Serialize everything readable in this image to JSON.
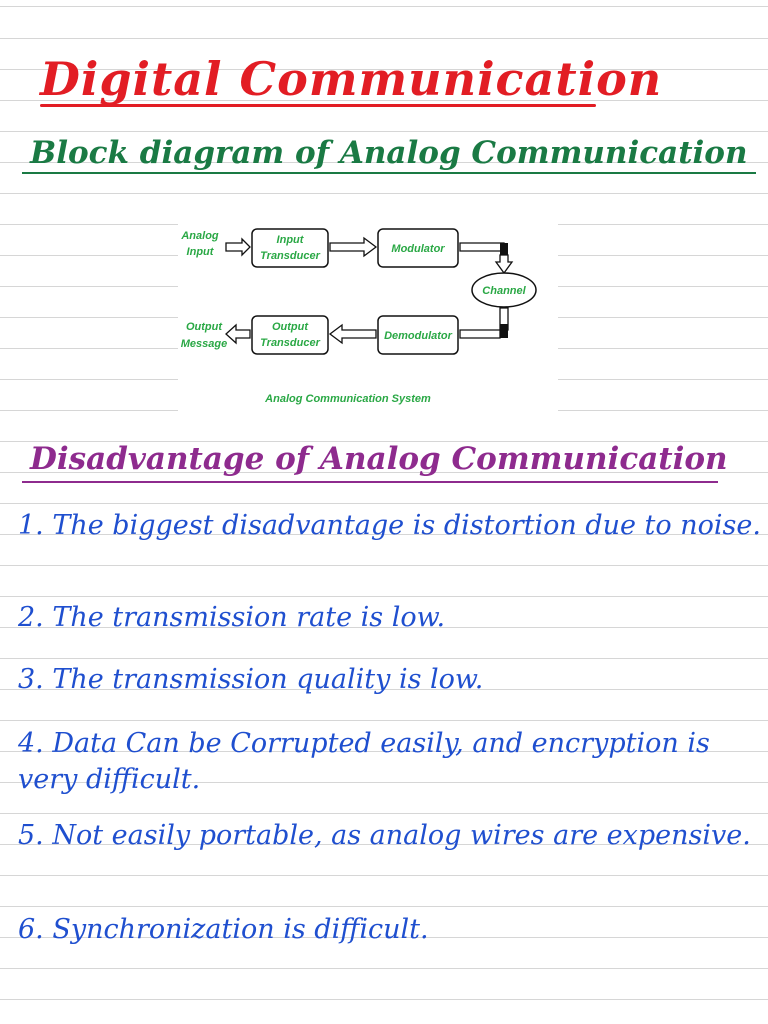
{
  "title": "Digital Communication",
  "section1_heading": "Block diagram of Analog Communication",
  "diagram": {
    "analog_input_line1": "Analog",
    "analog_input_line2": "Input",
    "input_transducer_line1": "Input",
    "input_transducer_line2": "Transducer",
    "modulator": "Modulator",
    "channel": "Channel",
    "demodulator": "Demodulator",
    "output_transducer_line1": "Output",
    "output_transducer_line2": "Transducer",
    "output_message_line1": "Output",
    "output_message_line2": "Message",
    "caption": "Analog Communication System"
  },
  "section2_heading": "Disadvantage of Analog Communication",
  "points": [
    "1. The biggest disadvantage is distortion due to noise.",
    "2. The transmission rate is low.",
    "3. The transmission quality is low.",
    "4. Data Can be Corrupted easily, and encryption is very difficult.",
    "5. Not easily portable, as analog wires are expensive.",
    "6. Synchronization is difficult."
  ],
  "colors": {
    "title": "#e21d24",
    "section1": "#1a7a44",
    "section2": "#8e2b8e",
    "points": "#1f4fcf",
    "diagram_text": "#2aa845"
  }
}
